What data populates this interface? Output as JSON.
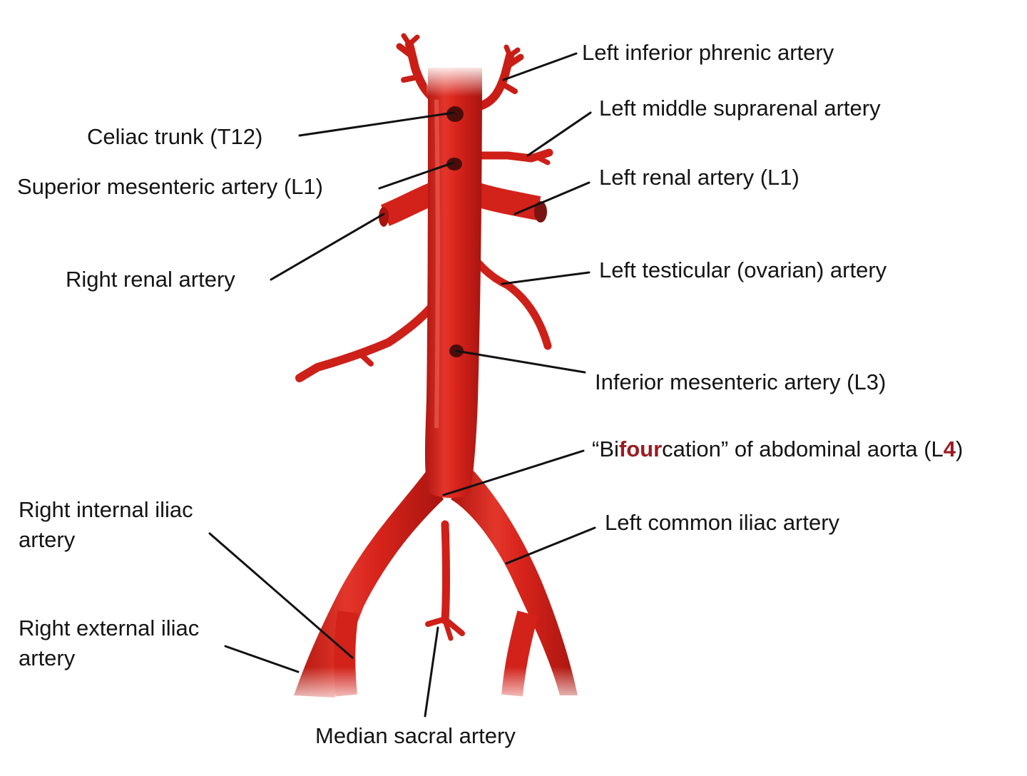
{
  "colors": {
    "artery": "#d8241c",
    "artery_shadow": "#a8140f",
    "artery_highlight": "#ef6a5e",
    "ostium": "#4a0d0b",
    "leader_line": "#111111",
    "label_text": "#141414",
    "emphasis_text": "#9b1b22"
  },
  "labels": {
    "left_inferior_phrenic": "Left inferior phrenic artery",
    "left_middle_suprarenal": "Left middle suprarenal artery",
    "celiac_trunk": "Celiac trunk (T12)",
    "superior_mesenteric": "Superior mesenteric artery (L1)",
    "left_renal": "Left renal artery (L1)",
    "right_renal": "Right renal artery",
    "left_testicular": "Left testicular (ovarian) artery",
    "inferior_mesenteric": "Inferior mesenteric artery (L3)",
    "bifurcation": {
      "quote_open": "“Bi",
      "emphasis": "four",
      "middle": "cation” of abdominal aorta (L",
      "level": "4",
      "close": ")"
    },
    "left_common_iliac": "Left common iliac artery",
    "right_internal_iliac": {
      "line1": "Right internal iliac",
      "line2": "artery"
    },
    "right_external_iliac": {
      "line1": "Right external iliac",
      "line2": "artery"
    },
    "median_sacral": "Median sacral artery"
  }
}
